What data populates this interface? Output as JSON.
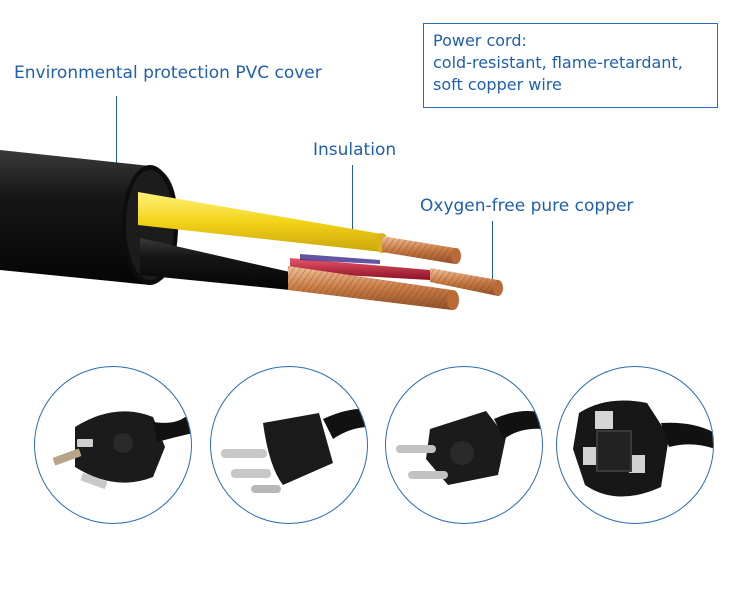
{
  "labels": {
    "pvc_cover": "Environmental protection PVC cover",
    "insulation": "Insulation",
    "copper": "Oxygen-free pure copper"
  },
  "info_box": {
    "line1": "Power cord:",
    "line2": "cold-resistant, flame-retardant,",
    "line3": "soft copper wire"
  },
  "colors": {
    "accent": "#1f5fae",
    "cable_black": "#1a1a1a",
    "insulation_yellow": "#f2d21b",
    "copper": "#c9804a"
  },
  "plugs": [
    {
      "icon": "australian-plug-icon"
    },
    {
      "icon": "us-plug-icon"
    },
    {
      "icon": "european-plug-icon"
    },
    {
      "icon": "uk-plug-icon"
    }
  ]
}
